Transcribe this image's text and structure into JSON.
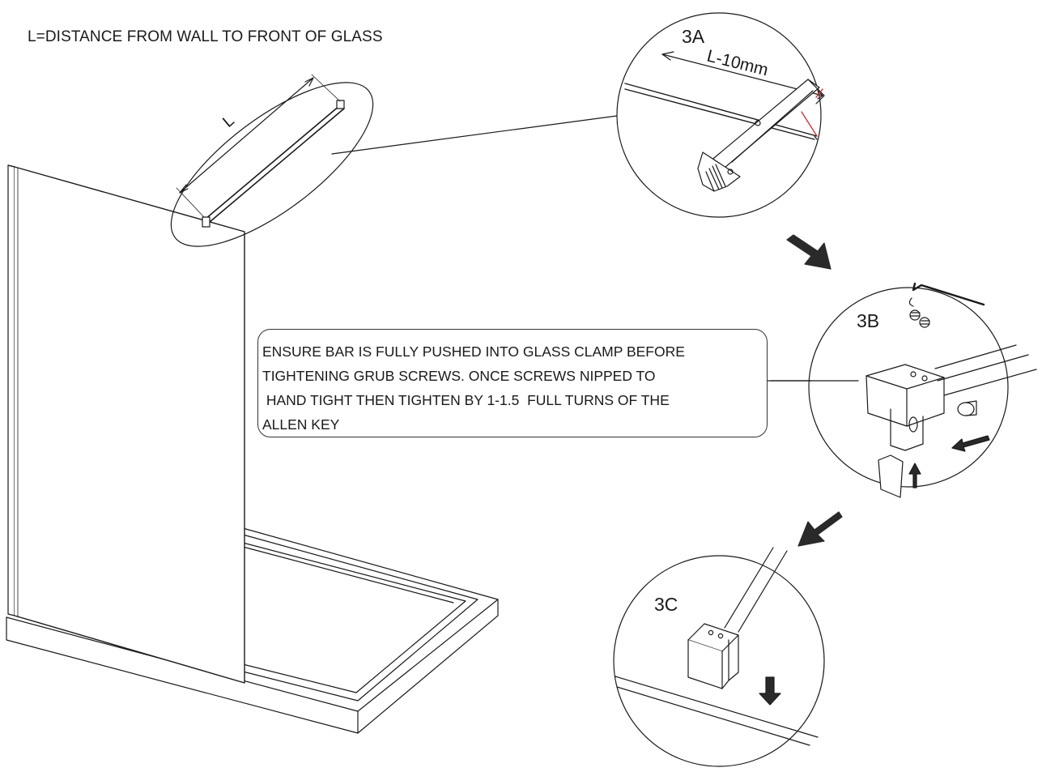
{
  "heading": "L=DISTANCE FROM WALL TO FRONT OF GLASS",
  "dimension_label": "L",
  "steps": {
    "a": {
      "label": "3A",
      "cut_label": "L-10mm"
    },
    "b": {
      "label": "3B"
    },
    "c": {
      "label": "3C"
    }
  },
  "note_lines": [
    "ENSURE BAR IS FULLY PUSHED INTO GLASS CLAMP BEFORE",
    "TIGHTENING GRUB SCREWS. ONCE SCREWS NIPPED TO",
    " HAND TIGHT THEN TIGHTEN BY 1-1.5  FULL TURNS OF THE",
    "ALLEN KEY"
  ],
  "colors": {
    "line": "#1a1a1a",
    "arrow": "#2a2a2a",
    "cut_mark": "#d42020"
  }
}
